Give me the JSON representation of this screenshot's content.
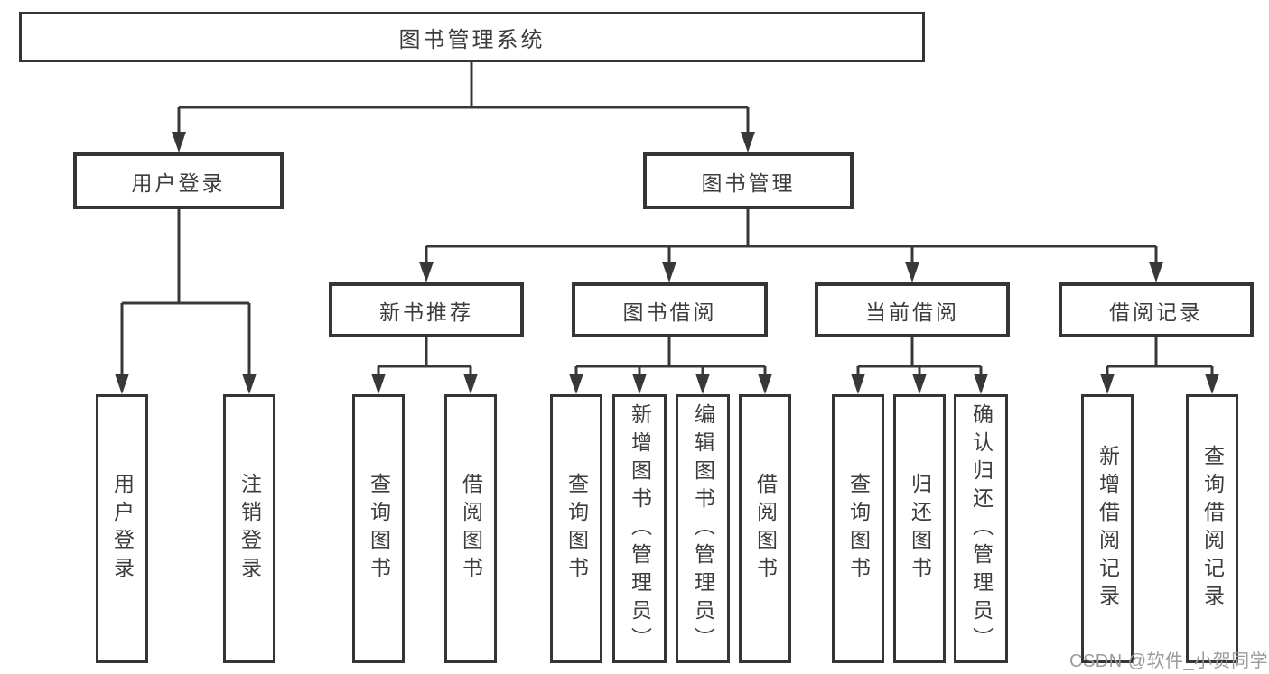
{
  "diagram": {
    "root": "图书管理系统",
    "user_login": {
      "label": "用户登录",
      "children": [
        "用户登录",
        "注销登录"
      ]
    },
    "book_management": {
      "label": "图书管理",
      "sections": [
        {
          "label": "新书推荐",
          "children": [
            "查询图书",
            "借阅图书"
          ]
        },
        {
          "label": "图书借阅",
          "children": [
            "查询图书",
            "新增图书（管理员）",
            "编辑图书（管理员）",
            "借阅图书"
          ]
        },
        {
          "label": "当前借阅",
          "children": [
            "查询图书",
            "归还图书",
            "确认归还（管理员）"
          ]
        },
        {
          "label": "借阅记录",
          "children": [
            "新增借阅记录",
            "查询借阅记录"
          ]
        }
      ]
    }
  },
  "watermark": {
    "text": "CSDN @软件_小贺同学"
  },
  "colors": {
    "line": "#383838",
    "box_border": "#353535",
    "text": "#3d3d3d",
    "watermark": "#9b9b9b",
    "background": "#ffffff"
  }
}
